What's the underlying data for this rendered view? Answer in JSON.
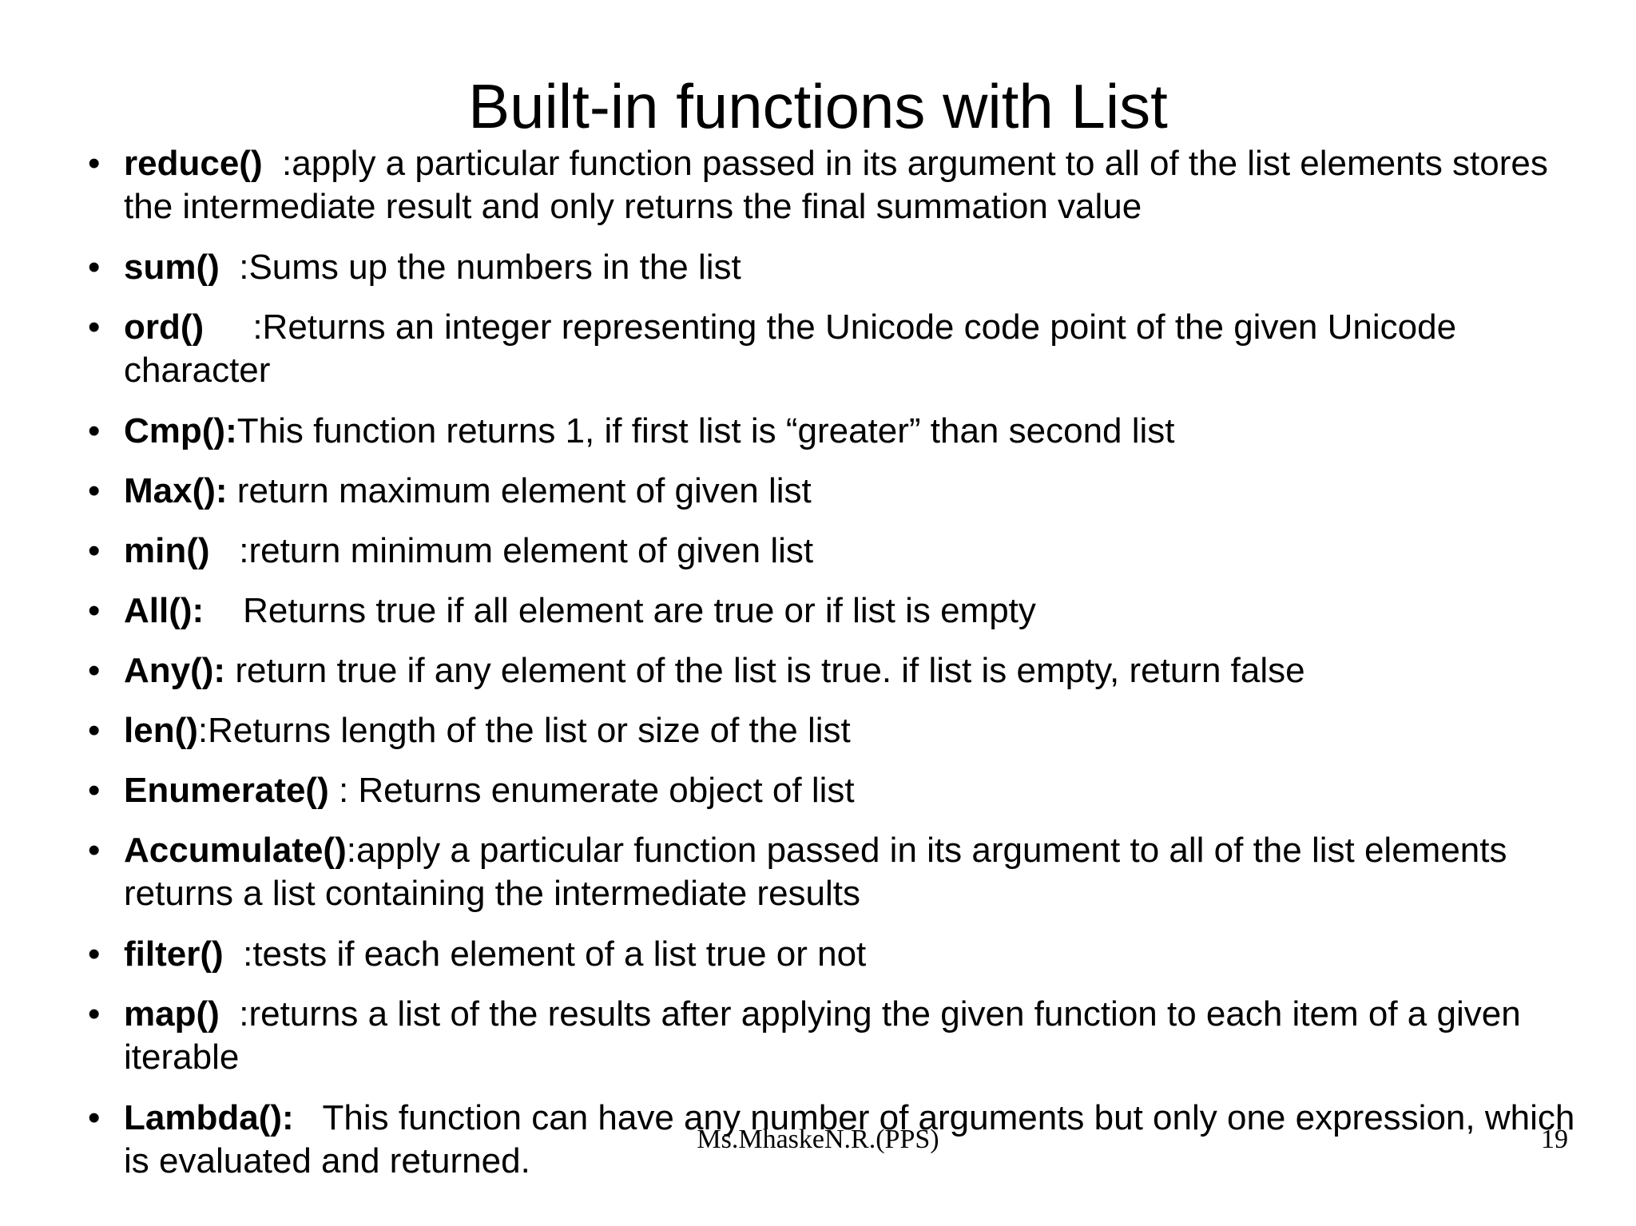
{
  "slide": {
    "title": "Built-in functions with List",
    "footer": "Ms.MhaskeN.R.(PPS)",
    "page_number": "19",
    "bullet_marker": "•"
  },
  "items": [
    {
      "term": "reduce()",
      "sep": "  ",
      "desc": ":apply a particular function passed in its argument to all of the list elements stores the intermediate result and only returns the final summation value"
    },
    {
      "term": "sum()",
      "sep": "  ",
      "desc": ":Sums up the numbers in the list"
    },
    {
      "term": "ord()",
      "sep": "     ",
      "desc": ":Returns an integer representing the Unicode code point of the given Unicode character"
    },
    {
      "term": "Cmp():",
      "sep": "",
      "desc": "This function returns 1, if first list is “greater” than second list"
    },
    {
      "term": "Max():",
      "sep": " ",
      "desc": "return maximum element of given list"
    },
    {
      "term": "min()",
      "sep": "   ",
      "desc": ":return minimum element of given list"
    },
    {
      "term": "All():",
      "sep": "    ",
      "desc": "Returns true if all element are true or if list is empty"
    },
    {
      "term": "Any():",
      "sep": " ",
      "desc": "return true if any element of the list is true. if list is empty, return false"
    },
    {
      "term": "len()",
      "sep": "",
      "desc": ":Returns length of the list or size of the list"
    },
    {
      "term": "Enumerate()",
      "sep": " ",
      "desc": ": Returns enumerate object of list"
    },
    {
      "term": "Accumulate()",
      "sep": "",
      "desc": ":apply a particular function passed in its argument to all of the list elements returns a list containing the intermediate results"
    },
    {
      "term": "filter()",
      "sep": "  ",
      "desc": ":tests if each element of a list true or not"
    },
    {
      "term": "map()",
      "sep": "  ",
      "desc": ":returns a list of the results after applying the given function to each item of a given iterable"
    },
    {
      "term": "Lambda():",
      "sep": "   ",
      "desc": "This function can have any number of arguments but only one expression, which is evaluated and returned."
    }
  ]
}
